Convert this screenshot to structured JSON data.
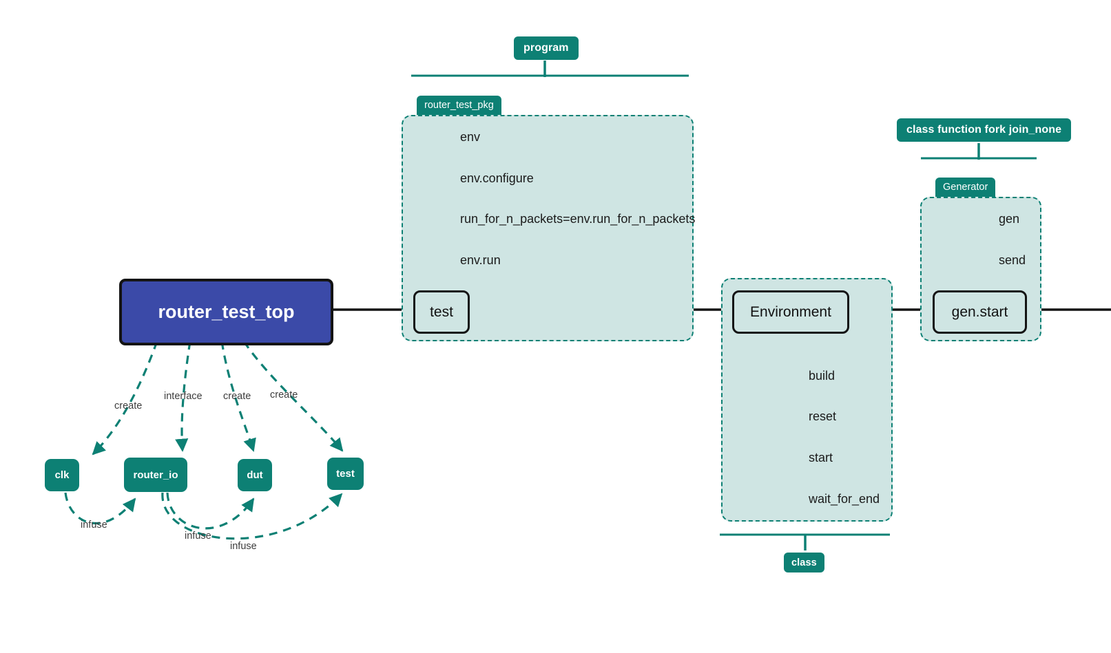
{
  "diagram": {
    "title_node": "router_test_top",
    "colors": {
      "teal": "#0d8074",
      "teal_fill": "#cfe5e3",
      "root_blue": "#3b4aa8",
      "stroke_dark": "#141414",
      "text_dark": "#1b1b1b",
      "background": "#ffffff"
    }
  },
  "badges": {
    "program": "program",
    "class_function_fork": "class function fork join_none",
    "class": "class"
  },
  "groups": {
    "router_test_pkg": {
      "tab_label": "router_test_pkg",
      "items": [
        "env",
        "env.configure",
        "run_for_n_packets=env.run_for_n_packets",
        "env.run"
      ],
      "node": "test"
    },
    "environment": {
      "tab_label": "",
      "node": "Environment",
      "items": [
        "build",
        "reset",
        "start",
        "wait_for_end"
      ]
    },
    "generator": {
      "tab_label": "Generator",
      "items": [
        "gen",
        "send"
      ],
      "node": "gen.start"
    }
  },
  "leaf_nodes": [
    {
      "label": "clk"
    },
    {
      "label": "router_io"
    },
    {
      "label": "dut"
    },
    {
      "label": "test"
    }
  ],
  "edge_labels": {
    "create_clk": "create",
    "interface_router_io": "interface",
    "create_dut": "create",
    "create_test": "create",
    "infuse_clk_routerio": "infuse",
    "infuse_routerio_dut": "infuse",
    "infuse_routerio_test": "infuse"
  },
  "icons": {
    "arrowhead": "arrowhead-icon",
    "tree_branch": "tree-branch-icon",
    "group_bracket": "group-bracket-icon"
  }
}
